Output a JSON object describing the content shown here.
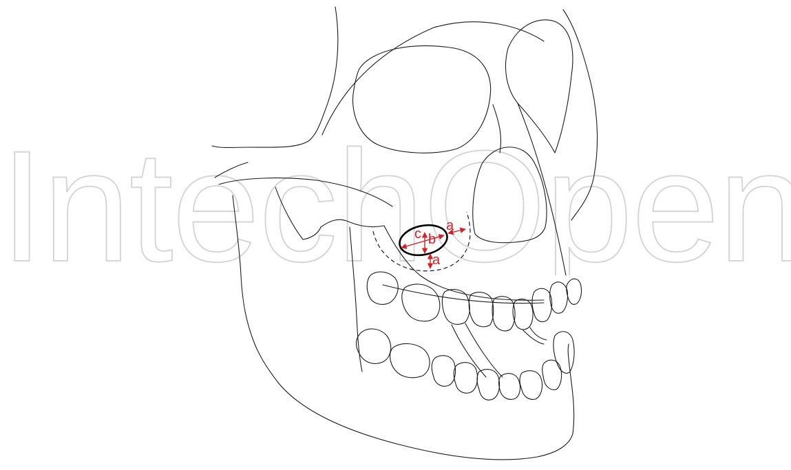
{
  "watermark": {
    "text": "IntechOpen"
  },
  "labels": {
    "c": "c",
    "b": "b",
    "a_top": "a",
    "a_bottom": "a"
  },
  "colors": {
    "line": "#1a1a1a",
    "annotation": "#d81f26",
    "watermark": "#d6d6d6"
  }
}
